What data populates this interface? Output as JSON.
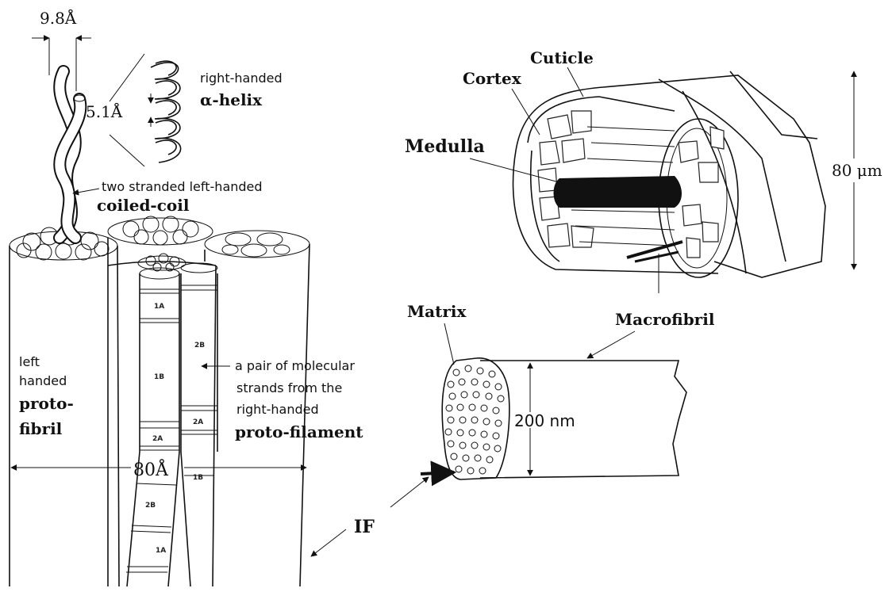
{
  "labels": {
    "dim_9_8": "9.8Å",
    "dim_5_1": "5.1Å",
    "right_handed": "right-handed",
    "alpha_helix": "α-helix",
    "two_stranded": "two stranded left-handed",
    "coiled_coil": "coiled-coil",
    "left": "left",
    "handed": "handed",
    "proto": "proto-",
    "fibril": "fibril",
    "pair_line1": "a pair of molecular",
    "pair_line2": "strands from the",
    "pair_line3": "right-handed",
    "proto_filament": "proto-filament",
    "dim_80A": "80Å",
    "if": "IF",
    "cuticle": "Cuticle",
    "cortex": "Cortex",
    "medulla": "Medulla",
    "dim_80um": "80 μm",
    "matrix": "Matrix",
    "macrofibril": "Macrofibril",
    "dim_200nm": "200 nm"
  },
  "segment_labels": {
    "seg_1a_top": "1A",
    "seg_1b": "1B",
    "seg_2a_left": "2A",
    "seg_2b_right": "2B",
    "seg_2a_right": "2A",
    "seg_1b_lower": "1B",
    "seg_2b_lower": "2B",
    "seg_1a_lower": "1A"
  }
}
